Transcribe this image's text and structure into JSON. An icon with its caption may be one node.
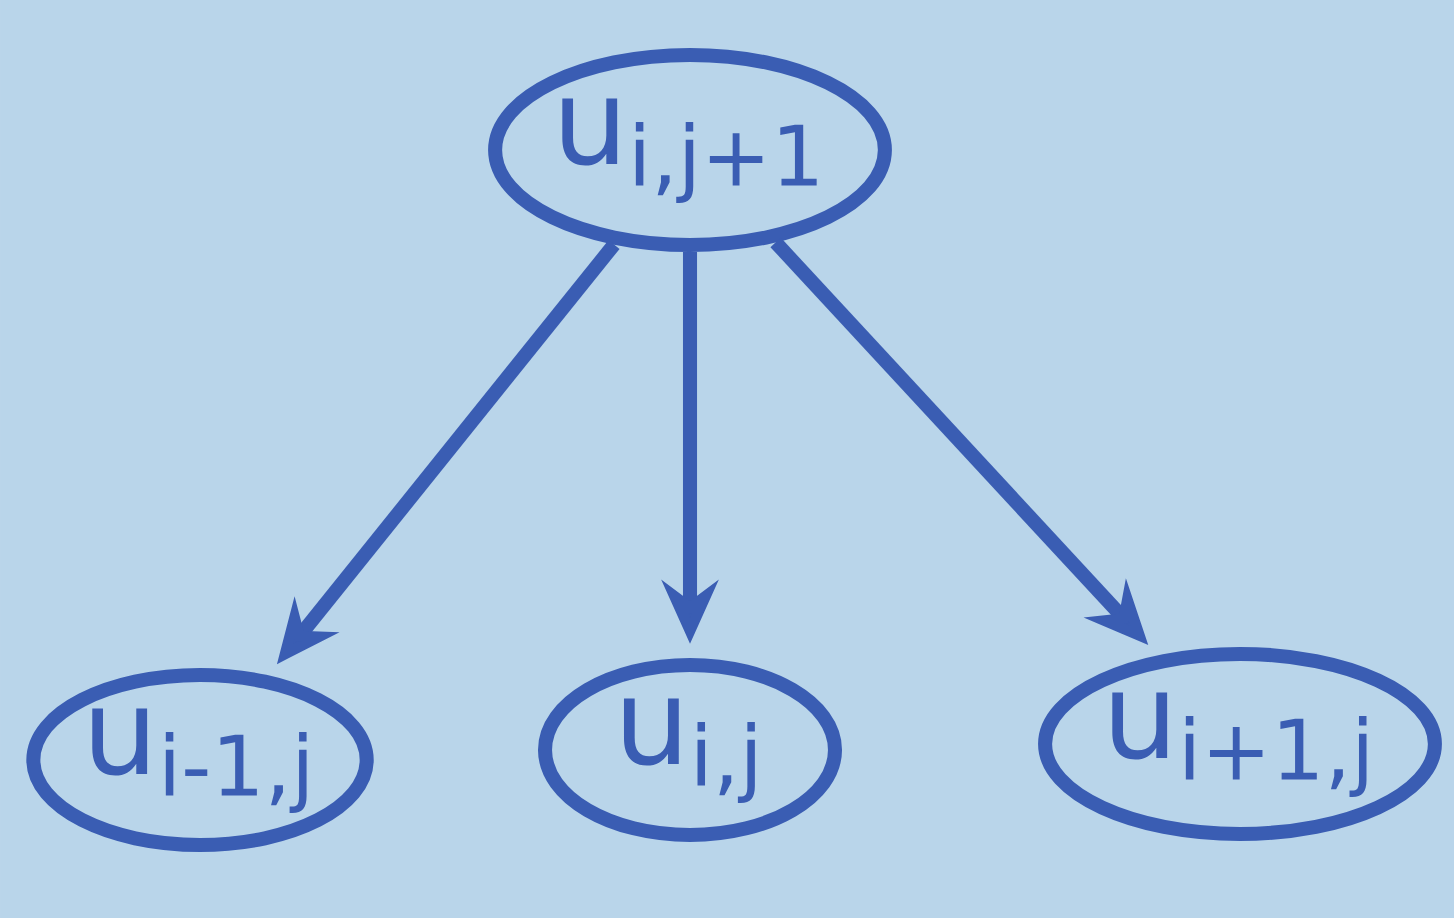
{
  "diagram": {
    "nodes": [
      {
        "text": [
          "u$_{i,j+1}$"
        ]
      },
      {
        "text": [
          "u$_{i-1,j}$"
        ]
      },
      {
        "text": [
          "u$_{i,j}$"
        ]
      },
      {
        "text": [
          "u$_{i+1,j}$"
        ]
      }
    ],
    "edges": [
      {
        "from": 0,
        "to": 1,
        "arrow": "to"
      },
      {
        "from": 0,
        "to": 2,
        "arrow": "to"
      },
      {
        "from": 0,
        "to": 3,
        "arrow": "to"
      }
    ]
  }
}
